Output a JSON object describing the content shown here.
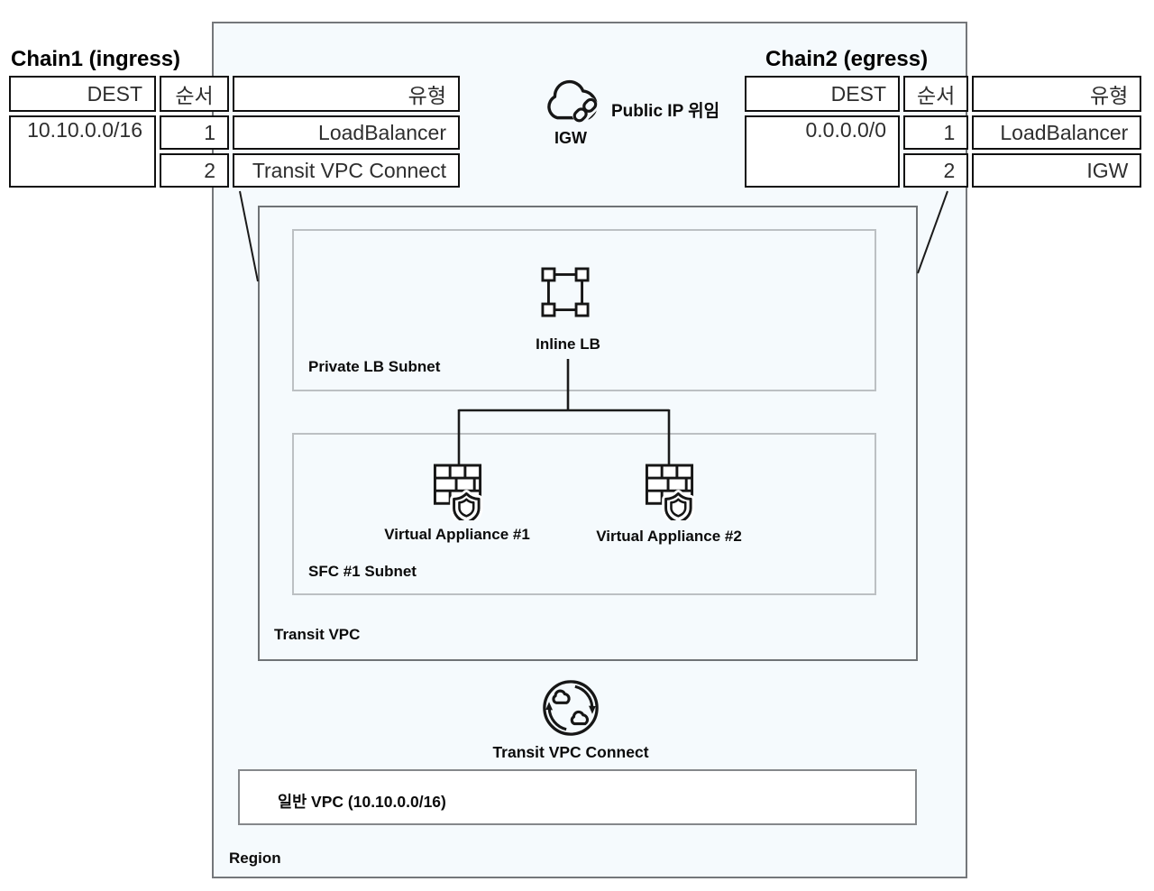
{
  "chain1": {
    "title": "Chain1 (ingress)",
    "headers": {
      "dest": "DEST",
      "order": "순서",
      "type": "유형"
    },
    "dest": "10.10.0.0/16",
    "rows": [
      {
        "order": "1",
        "type": "LoadBalancer"
      },
      {
        "order": "2",
        "type": "Transit VPC Connect"
      }
    ]
  },
  "chain2": {
    "title": "Chain2 (egress)",
    "headers": {
      "dest": "DEST",
      "order": "순서",
      "type": "유형"
    },
    "dest": "0.0.0.0/0",
    "rows": [
      {
        "order": "1",
        "type": "LoadBalancer"
      },
      {
        "order": "2",
        "type": "IGW"
      }
    ]
  },
  "igw": {
    "label": "IGW",
    "annotation": "Public IP 위임",
    "icon": "cloud-link-icon"
  },
  "region": {
    "label": "Region"
  },
  "transit_vpc": {
    "label": "Transit VPC"
  },
  "private_lb_subnet": {
    "label": "Private LB Subnet"
  },
  "sfc_subnet": {
    "label": "SFC #1 Subnet"
  },
  "inline_lb": {
    "label": "Inline LB",
    "icon": "load-balancer-icon"
  },
  "appliances": [
    {
      "label": "Virtual Appliance #1",
      "icon": "firewall-shield-icon"
    },
    {
      "label": "Virtual Appliance #2",
      "icon": "firewall-shield-icon"
    }
  ],
  "tvc": {
    "label": "Transit VPC Connect",
    "icon": "cloud-sync-icon"
  },
  "general_vpc": {
    "label": "일반 VPC (10.10.0.0/16)"
  },
  "colors": {
    "region_fill": "#f5fafd",
    "line": "#1b1b1b",
    "table_border": "#101010",
    "box_border": "#74777a",
    "subnet_border": "#bcc0c3",
    "vpcbox_border": "#85888b"
  }
}
